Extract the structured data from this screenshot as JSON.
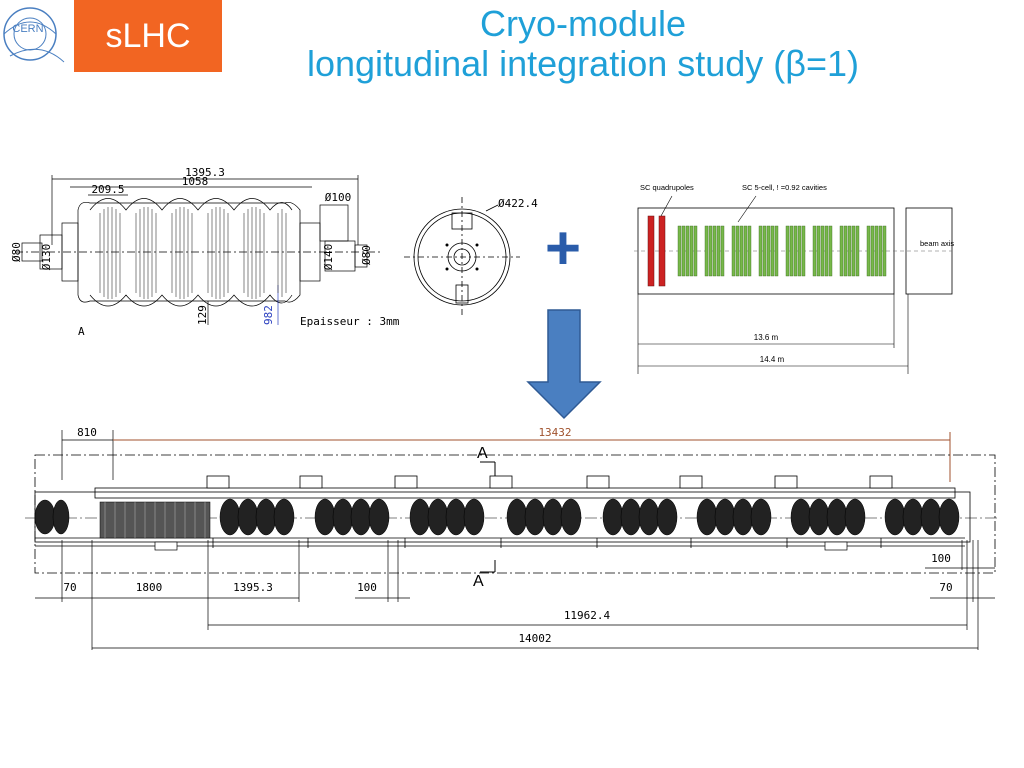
{
  "header": {
    "logo_text": "CERN",
    "badge": "sLHC",
    "title_line1": "Cryo-module",
    "title_line2": "longitudinal integration study (β=1)"
  },
  "cavity_drawing": {
    "dim_total": "1395.3",
    "dim_inner": "1058",
    "dim_left": "209.5",
    "dim_flange": "Ø100",
    "dim_pipe1": "Ø130",
    "dim_pipe2": "Ø140",
    "dim_pipe3": "Ø80",
    "dim_pipe4": "Ø80",
    "dim_bottom1": "129",
    "dim_bottom2": "982",
    "thickness_note": "Epaisseur : 3mm",
    "view_label": "A",
    "end_view_dim": "Ø422.4"
  },
  "operator_plus": "+",
  "arrow_icon": "down-arrow-icon",
  "layout_schematic": {
    "label_quads": "SC quadrupoles",
    "label_cavities": "SC 5-cell, ! =0.92 cavities",
    "label_beam": "beam axis",
    "dim_1": "13.6 m",
    "dim_2": "14.4 m",
    "quad_color": "#cc2222",
    "cavity_color": "#77b84a"
  },
  "cryomodule_drawing": {
    "dim_810": "810",
    "dim_13432": "13432",
    "section_top": "A",
    "section_bottom": "A",
    "dim_70_left": "70",
    "dim_1800": "1800",
    "dim_1395": "1395.3",
    "dim_100_left": "100",
    "dim_100_right": "100",
    "dim_70_right": "70",
    "dim_11962": "11962.4",
    "dim_14002": "14002",
    "accent_color": "#a0522d"
  },
  "colors": {
    "title": "#1fa0d8",
    "badge_bg": "#f26522",
    "arrow_fill": "#4a7fc1",
    "plus": "#2a5caa"
  }
}
